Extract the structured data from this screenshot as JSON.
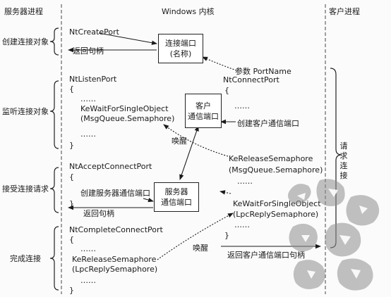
{
  "columns": {
    "server": "服务器进程",
    "kernel": "Windows 内核",
    "client": "客户进程"
  },
  "stages": {
    "create": "创建连接对象",
    "listen": "监听连接对象",
    "accept": "接受连接请求",
    "complete": "完成连接"
  },
  "server_code": {
    "nt_create_port": "NtCreatePort",
    "return_handle_1": "返回句柄",
    "nt_listen_port": "NtListenPort",
    "brace_open_1": "{",
    "dots_1": "……",
    "ke_wait_1": "KeWaitForSingleObject",
    "msgqueue_1": "(MsgQueue.Semaphore)",
    "dots_2": "……",
    "brace_close_1": "}",
    "nt_accept_connect_port": "NtAcceptConnectPort",
    "brace_open_2": "{",
    "create_server_port": "创建服务器通信端口",
    "brace_close_2": "}",
    "return_handle_2": "返回句柄",
    "nt_complete_connect_port": "NtCompleteConnectPort",
    "brace_open_3": "{",
    "dots_3": "……",
    "ke_release_2": "KeReleaseSemaphore",
    "lpc_reply_2": "(LpcReplySemaphore)",
    "dots_4": "……",
    "brace_close_3": "}"
  },
  "kernel_objects": {
    "connect_port_line1": "连接端口",
    "connect_port_line2": "(名称)",
    "client_port_line1": "客户",
    "client_port_line2": "通信端口",
    "server_port_line1": "服务器",
    "server_port_line2": "通信端口"
  },
  "client_code": {
    "param_port_name": "参数 PortName",
    "nt_connect_port": "NtConnectPort",
    "brace_open_1": "{",
    "dots_1": "……",
    "create_client_port": "创建客户通信端口",
    "ke_release_1": "KeReleaseSemaphore",
    "msgqueue_2": "(MsgQueue.Semaphore)",
    "dots_2": "……",
    "ke_wait_2": "KeWaitForSingleObject",
    "lpc_reply_1": "(LpcReplySemaphore)",
    "dots_3": "……",
    "brace_close_1": "}",
    "return_client_handle": "返回客户通信端口句柄"
  },
  "wake_labels": {
    "wake_1": "唤醒",
    "wake_2": "唤醒"
  },
  "request_connect": "请求连接"
}
